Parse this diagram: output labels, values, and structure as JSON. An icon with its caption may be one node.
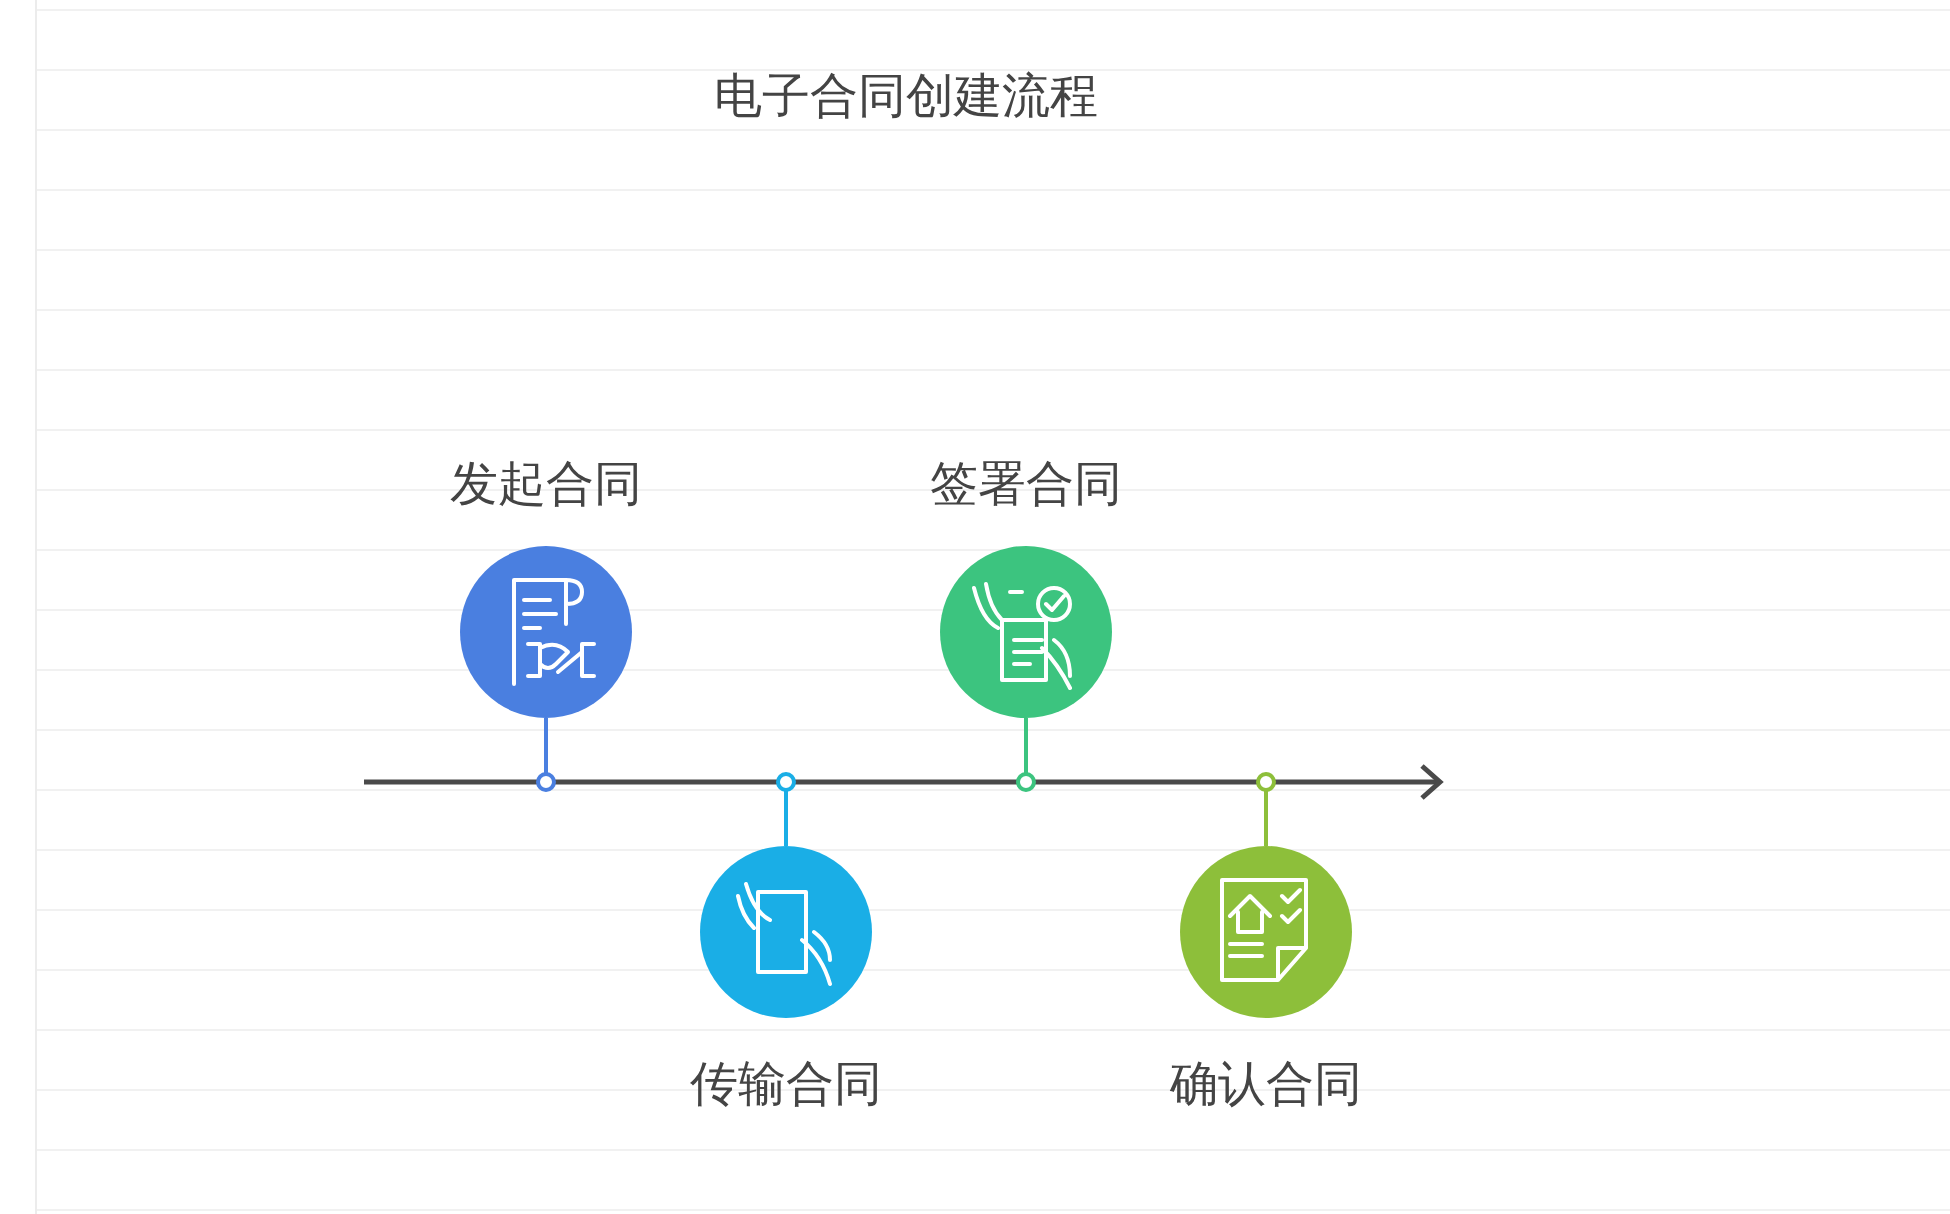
{
  "diagram": {
    "title": "电子合同创建流程",
    "nodes": [
      {
        "text": [
          "发起合同"
        ]
      },
      {
        "text": [
          "传输合同"
        ]
      },
      {
        "text": [
          "签署合同"
        ]
      },
      {
        "text": [
          "确认合同"
        ]
      }
    ]
  }
}
